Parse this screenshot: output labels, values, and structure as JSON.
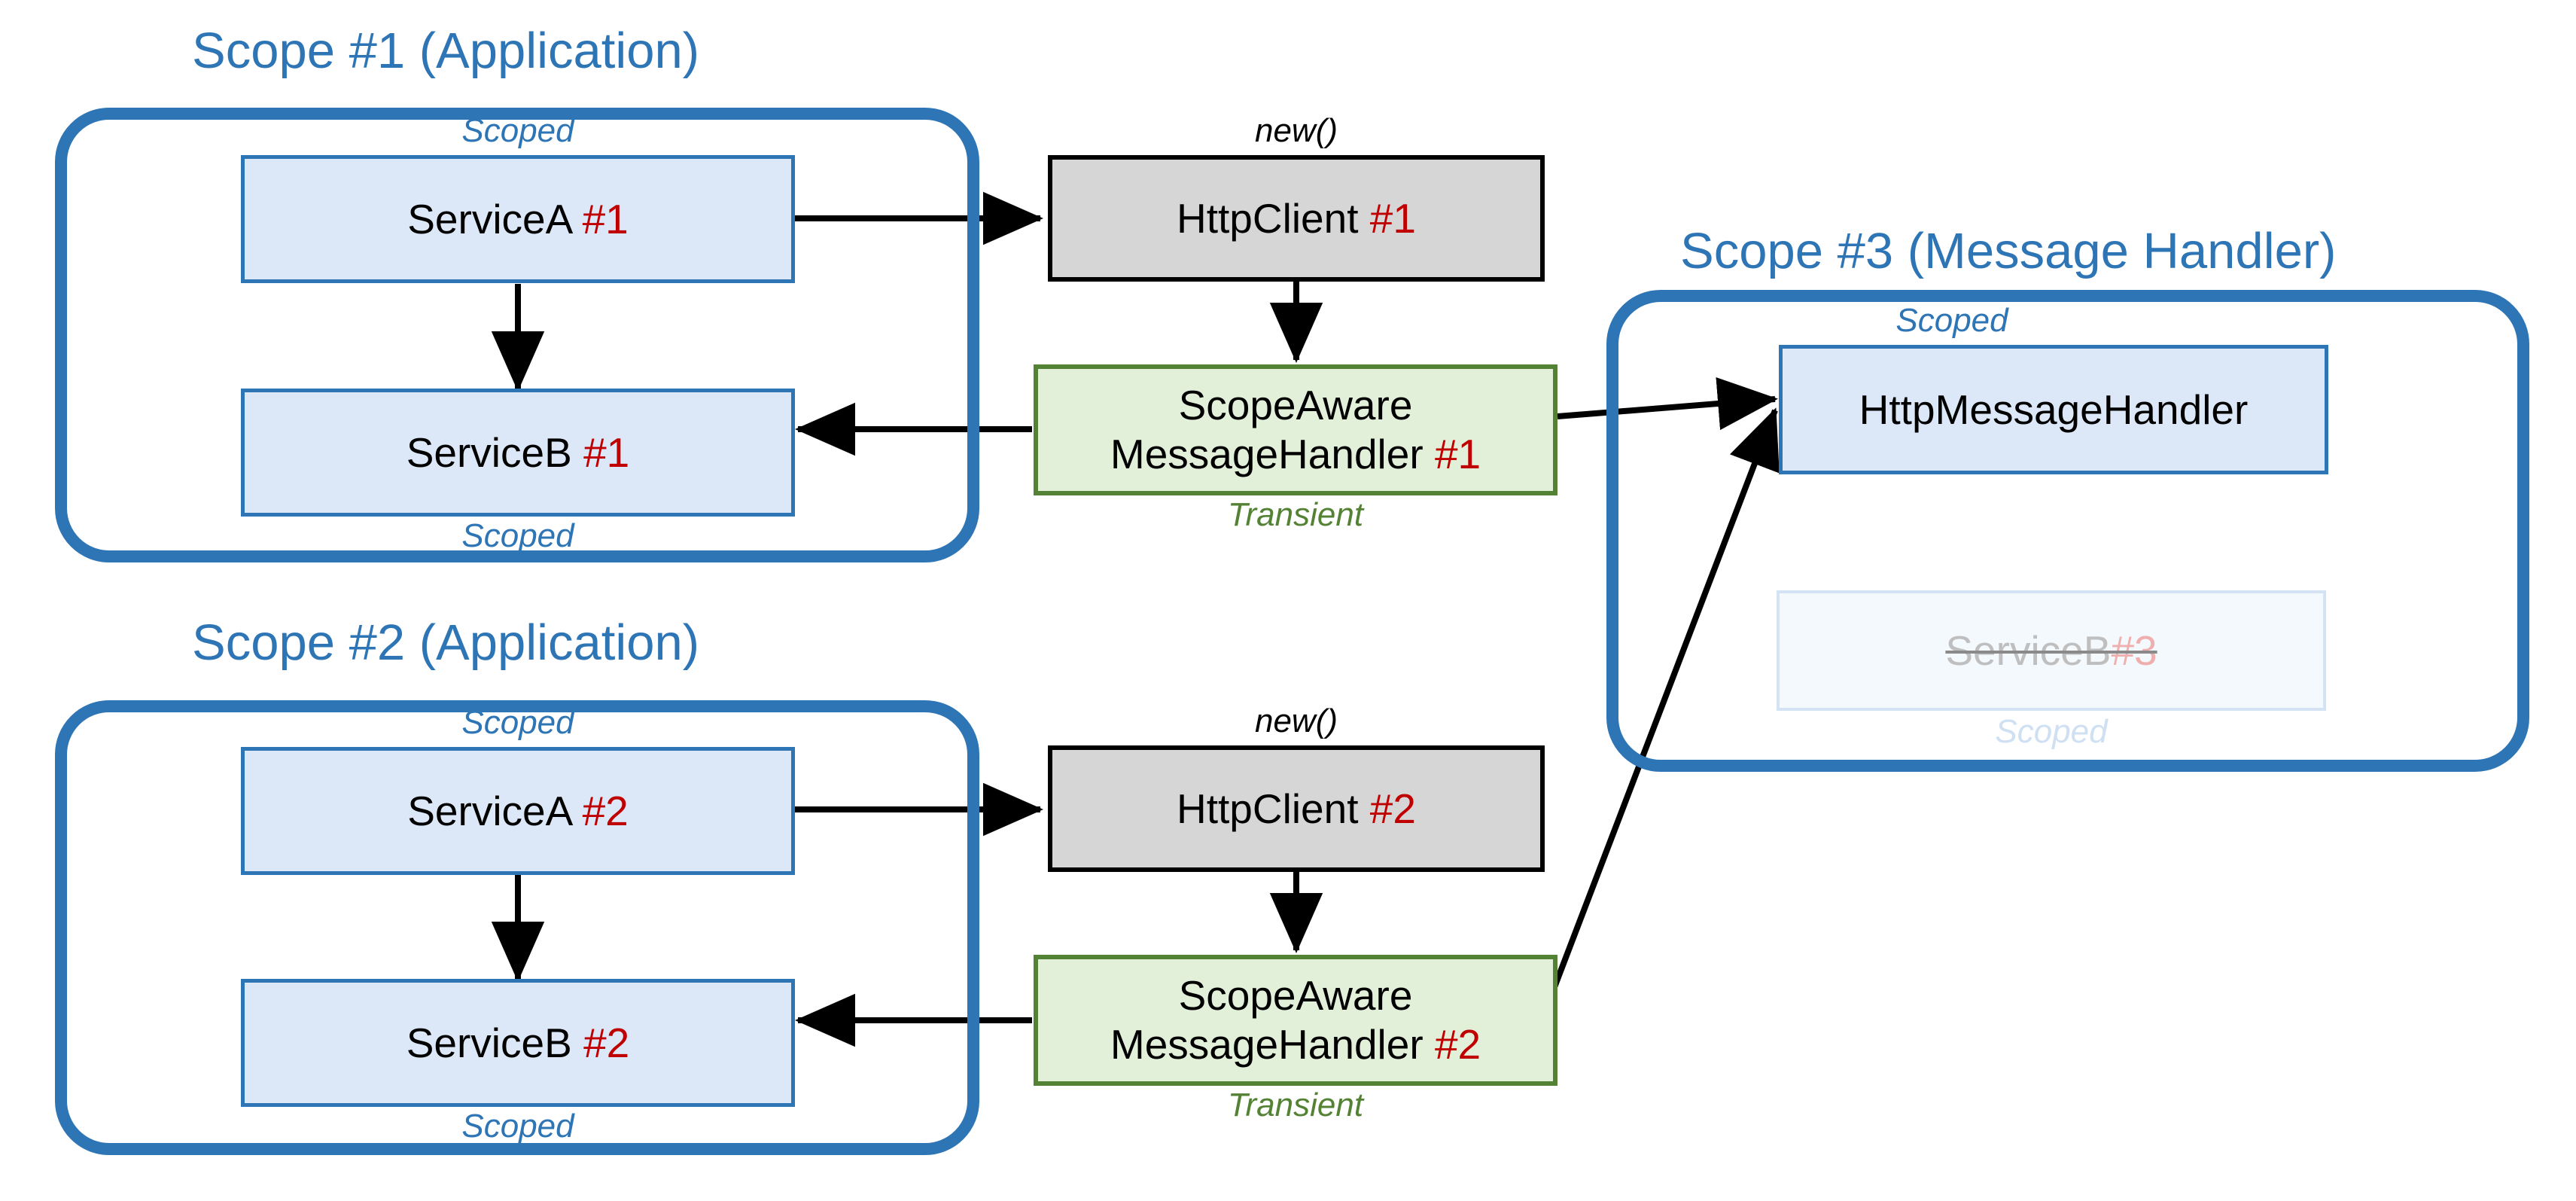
{
  "diagram": {
    "title": "HttpClient / ScopeAwareMessageHandler DI scope diagram",
    "colors": {
      "scope_border": "#2E75B6",
      "scope_title": "#2E75B6",
      "node_blue_fill": "#DCE8F7",
      "node_blue_border": "#2E75B6",
      "node_grey_fill": "#D6D6D6",
      "node_grey_border": "#000000",
      "node_green_fill": "#E2EFD9",
      "node_green_border": "#548235",
      "hash_red": "#C00000",
      "transient_green": "#548235",
      "ghost_grey": "#BFBFBF",
      "ghost_red": "#F0AFAF",
      "arrow_black": "#000000"
    },
    "scopes": [
      {
        "id": "scope1",
        "title": "Scope #1 (Application)"
      },
      {
        "id": "scope2",
        "title": "Scope #2 (Application)"
      },
      {
        "id": "scope3",
        "title": "Scope #3 (Message Handler)"
      }
    ],
    "nodes": {
      "service_a_1": {
        "name": "ServiceA",
        "instance": "#1",
        "caption": "Scoped",
        "caption_pos": "above"
      },
      "service_b_1": {
        "name": "ServiceB",
        "instance": "#1",
        "caption": "Scoped",
        "caption_pos": "below"
      },
      "http_client_1": {
        "name": "HttpClient",
        "instance": "#1",
        "caption": "new()",
        "caption_pos": "above"
      },
      "handler_1": {
        "name_line1": "ScopeAware",
        "name_line2": "MessageHandler",
        "instance": "#1",
        "caption": "Transient",
        "caption_pos": "below"
      },
      "service_a_2": {
        "name": "ServiceA",
        "instance": "#2",
        "caption": "Scoped",
        "caption_pos": "above"
      },
      "service_b_2": {
        "name": "ServiceB",
        "instance": "#2",
        "caption": "Scoped",
        "caption_pos": "below"
      },
      "http_client_2": {
        "name": "HttpClient",
        "instance": "#2",
        "caption": "new()",
        "caption_pos": "above"
      },
      "handler_2": {
        "name_line1": "ScopeAware",
        "name_line2": "MessageHandler",
        "instance": "#2",
        "caption": "Transient",
        "caption_pos": "below"
      },
      "http_message_handler": {
        "name": "HttpMessageHandler",
        "instance": "",
        "caption": "Scoped",
        "caption_pos": "above"
      },
      "service_b_3": {
        "name": "ServiceB",
        "instance": "#3",
        "caption": "Scoped",
        "caption_pos": "below",
        "state": "struck-out-faded"
      }
    },
    "edges": [
      {
        "from": "service_a_1",
        "to": "http_client_1",
        "style": "solid-arrow"
      },
      {
        "from": "service_a_1",
        "to": "service_b_1",
        "style": "solid-arrow"
      },
      {
        "from": "http_client_1",
        "to": "handler_1",
        "style": "solid-arrow"
      },
      {
        "from": "handler_1",
        "to": "service_b_1",
        "style": "solid-arrow"
      },
      {
        "from": "handler_1",
        "to": "http_message_handler",
        "style": "solid-arrow"
      },
      {
        "from": "service_a_2",
        "to": "http_client_2",
        "style": "solid-arrow"
      },
      {
        "from": "service_a_2",
        "to": "service_b_2",
        "style": "solid-arrow"
      },
      {
        "from": "http_client_2",
        "to": "handler_2",
        "style": "solid-arrow"
      },
      {
        "from": "handler_2",
        "to": "service_b_2",
        "style": "solid-arrow"
      },
      {
        "from": "handler_2",
        "to": "http_message_handler",
        "style": "solid-arrow"
      }
    ]
  }
}
